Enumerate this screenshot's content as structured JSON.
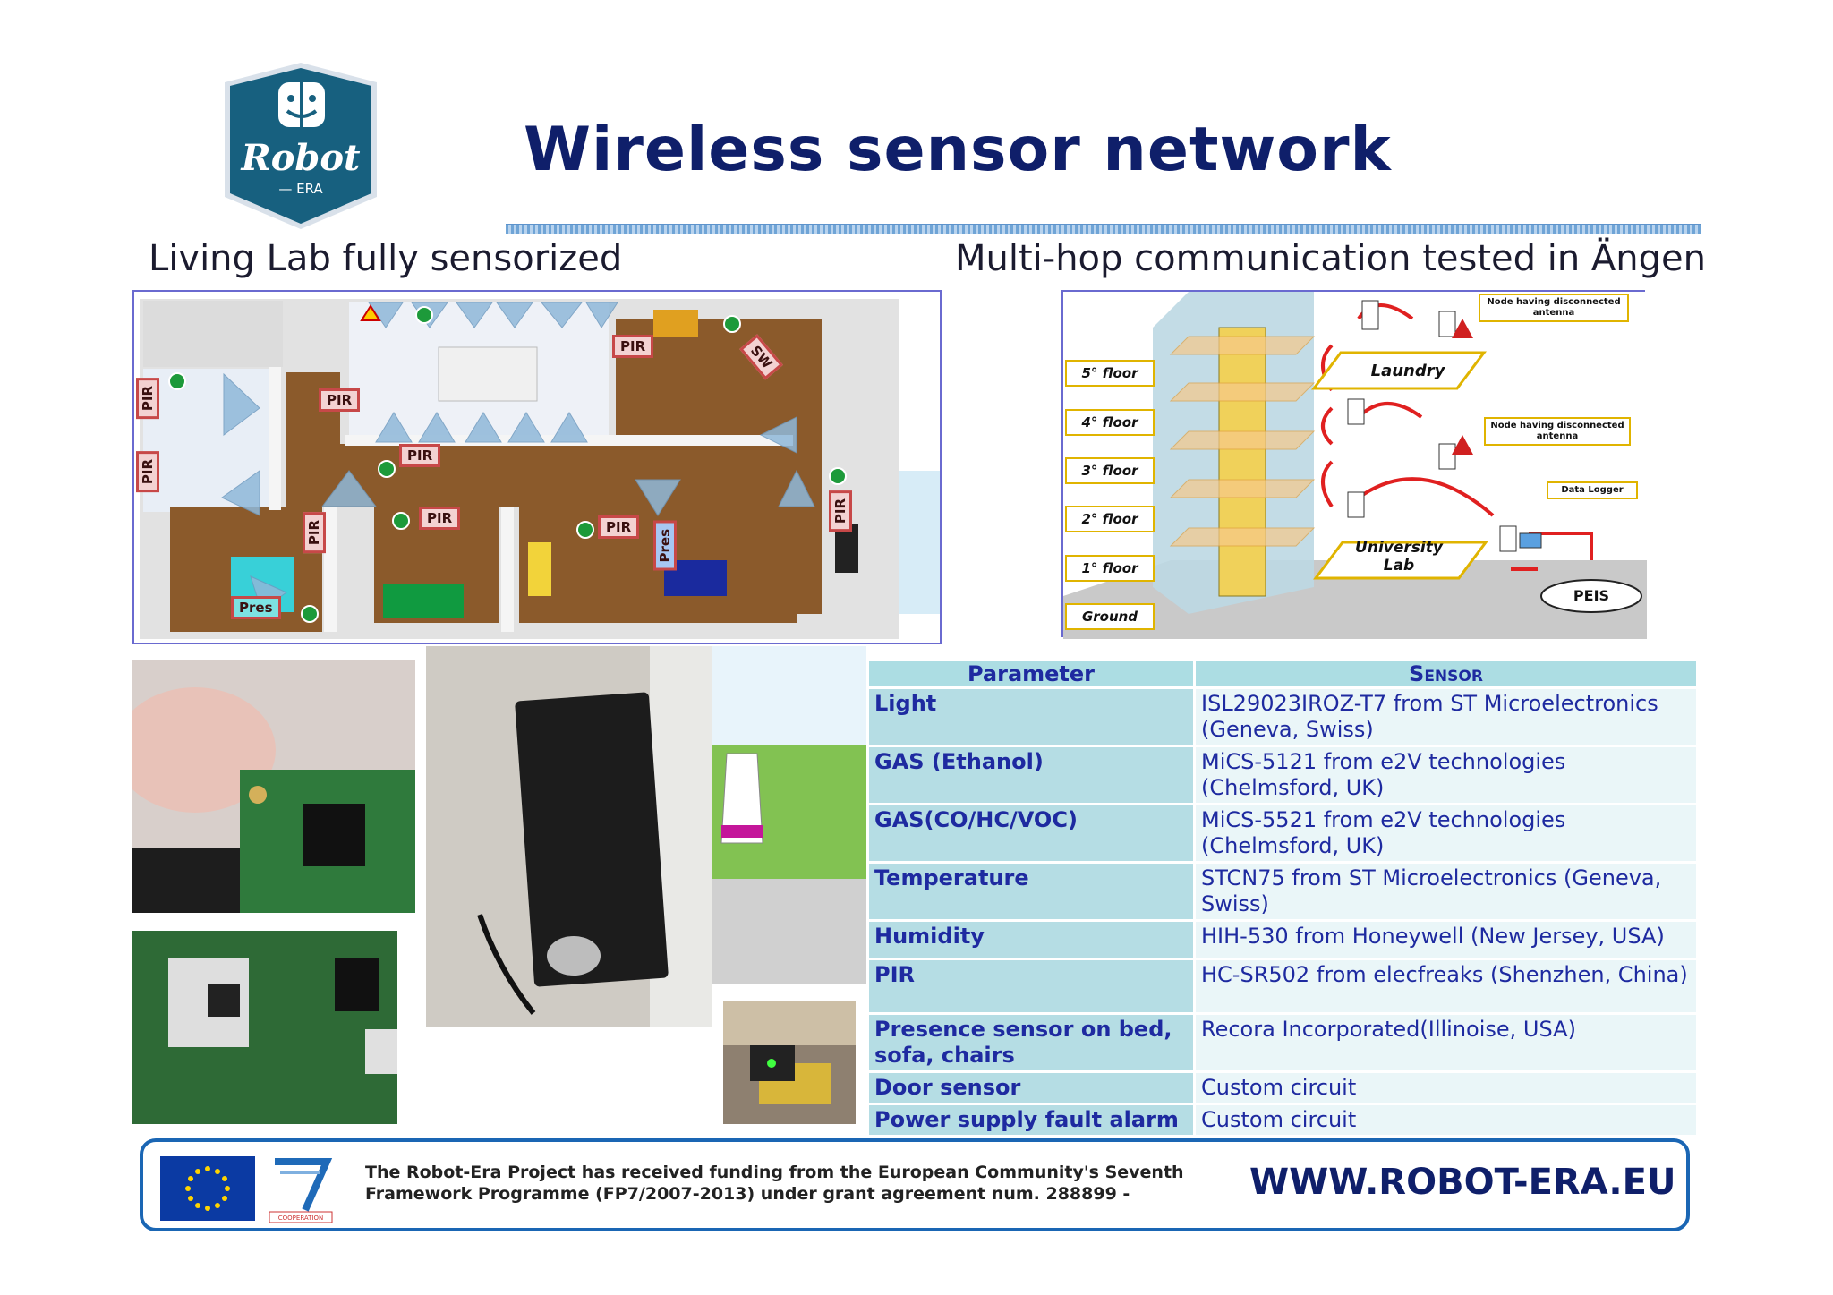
{
  "logo": {
    "name": "Robot",
    "sub": "— ERA"
  },
  "title": "Wireless sensor network",
  "subtitles": {
    "left": "Living Lab fully sensorized",
    "right": "Multi-hop communication tested in Ängen"
  },
  "floorplan": {
    "labels": {
      "pir1": "PIR",
      "pir2": "PIR",
      "pir3": "PIR",
      "pir4": "PIR",
      "pir5": "PIR",
      "pir6": "PIR",
      "pir7": "PIR",
      "pir8": "PIR",
      "pir9": "PIR",
      "sw": "SW",
      "pres1": "Pres",
      "pres2": "Pres"
    }
  },
  "multihop": {
    "floors": [
      "5° floor",
      "4° floor",
      "3° floor",
      "2° floor",
      "1° floor",
      "Ground"
    ],
    "laundry": "Laundry",
    "university_lab": "University Lab",
    "node_note_1": "Node having disconnected antenna",
    "node_note_2": "Node having disconnected antenna",
    "data_logger": "Data Logger",
    "peis": "PEIS"
  },
  "table": {
    "header": {
      "param": "Parameter",
      "sensor": "Sensor"
    },
    "rows": [
      {
        "param": "Light",
        "sensor": "ISL29023IROZ-T7 from ST Microelectronics (Geneva, Swiss)"
      },
      {
        "param": "GAS (Ethanol)",
        "sensor": "MiCS-5121 from e2V technologies (Chelmsford, UK)"
      },
      {
        "param": "GAS(CO/HC/VOC)",
        "sensor": "MiCS-5521 from e2V technologies (Chelmsford, UK)"
      },
      {
        "param": "Temperature",
        "sensor": "STCN75 from ST Microelectronics (Geneva, Swiss)"
      },
      {
        "param": "Humidity",
        "sensor": "HIH-530 from Honeywell (New Jersey, USA)"
      },
      {
        "param": "PIR",
        "sensor": "HC-SR502 from elecfreaks (Shenzhen, China)"
      },
      {
        "param": "Presence sensor on bed, sofa, chairs",
        "sensor": "Recora Incorporated(Illinoise, USA)"
      },
      {
        "param": "Door sensor",
        "sensor": "Custom circuit"
      },
      {
        "param": "Power supply fault alarm",
        "sensor": "Custom circuit"
      }
    ]
  },
  "footer": {
    "fp7_caption": "COOPERATION",
    "text_line1": "The Robot-Era Project has received funding from the European Community's Seventh",
    "text_line2": "Framework Programme (FP7/2007-2013) under grant agreement num. 288899 -",
    "url": "WWW.ROBOT-ERA.EU"
  },
  "colors": {
    "title": "#0f1f6a",
    "table_text": "#1e2aa0",
    "header_bg": "#acdde3",
    "param_bg": "#b5dde4",
    "footer_border": "#1a66b4"
  }
}
